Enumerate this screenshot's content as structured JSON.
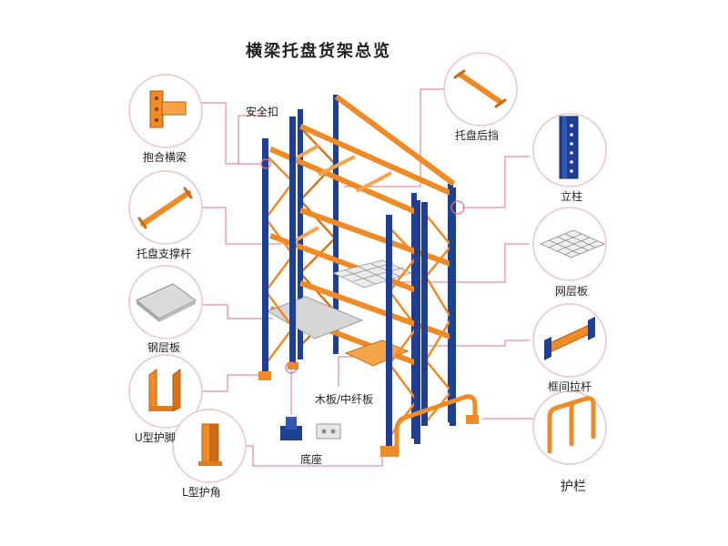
{
  "title": "横梁托盘货架总览",
  "colors": {
    "upright": "#1f3f93",
    "beam": "#f08a24",
    "leader": "#e4717a",
    "callout_border": "#ecc4c7",
    "steel_deck": "#d9d9d9"
  },
  "labels": {
    "safety_lock": "安全扣",
    "box_beam": "抱合横梁",
    "pallet_support": "托盘支撑杆",
    "steel_deck": "钢层板",
    "u_guard": "U型护脚",
    "l_guard": "L型护角",
    "base_plate": "底座",
    "wood_board": "木板/中纤板",
    "pallet_stop": "托盘后挡",
    "upright": "立柱",
    "wire_deck": "网层板",
    "frame_brace": "框间拉杆",
    "guardrail": "护栏"
  }
}
